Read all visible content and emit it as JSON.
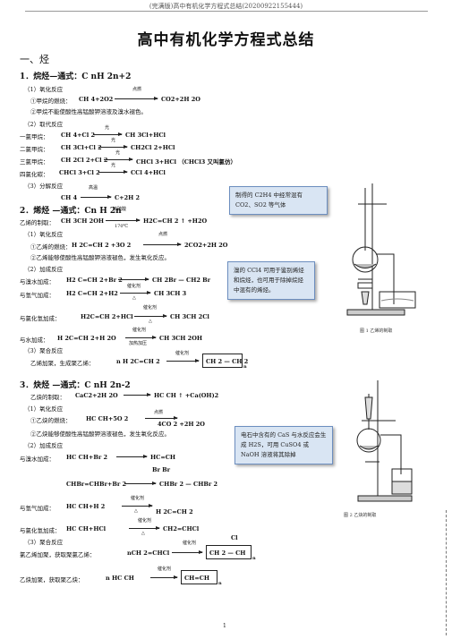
{
  "header": "(完满版)高中有机化学方程式总结(20200922155444)",
  "title": "高中有机化学方程式总结",
  "section1": "一、烃",
  "alkane": {
    "heading": "1．烷烃—通式：C nH 2n+2",
    "oxidation": "（1）氧化反应",
    "methane_burn_label": "①甲烷的燃烧：",
    "methane_burn_lhs": "CH 4+2O2",
    "methane_burn_cond": "点燃",
    "methane_burn_rhs": "CO2+2H 2O",
    "methane_kmno4": "②甲烷不能使酸性高锰酸钾溶液及溴水褪色。",
    "substitution": "（2）取代反应",
    "sub1_label": "一氯甲烷：",
    "sub1_lhs": "CH 4+Cl 2",
    "sub1_rhs": "CH 3Cl+HCl",
    "sub2_label": "二氯甲烷：",
    "sub2_lhs": "CH 3Cl+Cl 2",
    "sub2_rhs": "CH2Cl 2+HCl",
    "sub3_label": "三氯甲烷：",
    "sub3_lhs": "CH 2Cl 2+Cl 2",
    "sub3_rhs": "CHCl 3+HCl （CHCl3 又叫氯仿）",
    "sub4_label": "四氯化碳：",
    "sub4_lhs": "CHCl 3+Cl 2",
    "sub4_rhs": "CCl 4+HCl",
    "light": "光",
    "decomp": "（3）分解反应",
    "decomp_lhs": "CH 4",
    "decomp_cond": "高温",
    "decomp_rhs": "C+2H 2"
  },
  "alkene": {
    "heading": "2．烯烃 —通式：Cn H 2n",
    "prep_label": "乙烯的制取：",
    "prep_lhs": "CH 3CH 2OH",
    "prep_cond_top": "浓硫酸",
    "prep_cond_bottom": "170℃",
    "prep_rhs": "H2C=CH 2 ↑ +H2O",
    "oxidation": "（1）氧化反应",
    "burn_label": "①乙烯的燃烧：",
    "burn_lhs": "H 2C=CH 2 +3O 2",
    "burn_cond": "点燃",
    "burn_rhs": "2CO2+2H 2O",
    "kmno4": "②乙烯能够使酸性高锰酸钾溶液褪色，发生氧化反应。",
    "addition": "（2）加成反应",
    "br_label": "与溴水加成：",
    "br_lhs": "H2 C=CH 2+Br 2",
    "br_rhs": "CH 2Br — CH2 Br",
    "h2_label": "与氢气加成：",
    "h2_lhs": "H2 C=CH 2+H2",
    "h2_cond": "催化剂",
    "h2_cond2": "△",
    "h2_rhs": "CH 3CH 3",
    "hcl_label": "与氯化氢加成：",
    "hcl_lhs": "H2C=CH 2+HCl",
    "hcl_cond": "催化剂",
    "hcl_cond2": "△",
    "hcl_rhs": "CH 3CH 2Cl",
    "water_label": "与水加成：",
    "water_lhs": "H 2C=CH 2+H 2O",
    "water_cond_top": "催化剂",
    "water_cond_bottom": "加热加压",
    "water_rhs": "CH 3CH 2OH",
    "polymer": "（3）聚合反应",
    "poly_label": "乙烯加聚，生成聚乙烯：",
    "poly_lhs": "n H 2C=CH 2",
    "poly_cond": "催化剂",
    "poly_rhs": "CH 2 — CH 2",
    "poly_n": "n"
  },
  "alkyne": {
    "heading": "3．炔烃 —通式：C nH 2n-2",
    "prep_label": "乙炔的制取：",
    "prep_lhs": "CaC2+2H 2O",
    "prep_rhs": "HC  CH ↑ +Ca(OH)2",
    "oxidation": "（1）氧化反应",
    "burn_label": "①乙炔的燃烧：",
    "burn_lhs": "HC   CH+5O 2",
    "burn_cond": "点燃",
    "burn_rhs": "4CO 2 +2H 2O",
    "kmno4": "②乙炔能够使酸性高锰酸钾溶液褪色，发生氧化反应。",
    "addition": "（2）加成反应",
    "br_label": "与溴水加成：",
    "br_lhs": "HC   CH+Br 2",
    "br_rhs": "HC=CH",
    "br_sub": "Br  Br",
    "br2_lhs": "CHBr=CHBr+Br 2",
    "br2_rhs": "CHBr 2 — CHBr 2",
    "h2_label": "与氢气加成：",
    "h2_lhs": "HC   CH+H 2",
    "h2_cond": "催化剂",
    "h2_cond2": "△",
    "h2_rhs": "H 2C=CH 2",
    "hcl_label": "与氯化氢加成：",
    "hcl_lhs": "HC   CH+HCl",
    "hcl_cond": "催化剂",
    "hcl_cond2": "△",
    "hcl_rhs": "CH2=CHCl",
    "polymer": "（3）聚合反应",
    "pvc_label": "氯乙烯加聚，获取聚氯乙烯：",
    "pvc_lhs": "nCH 2=CHCl",
    "pvc_cond": "催化剂",
    "pvc_rhs": "CH 2 — CH",
    "pvc_cl": "Cl",
    "pvc_n": "n",
    "pa_label": "乙炔加聚，获取聚乙炔：",
    "pa_lhs": "n HC   CH",
    "pa_cond": "催化剂",
    "pa_rhs": "CH=CH",
    "pa_n": "n"
  },
  "notes": {
    "note1": "制得的 C2H4 中经常混有 CO2、SO2 等气体",
    "note2": "溴的 CCl4 可用于鉴别烯烃和烷烃，也可用于除掉烷烃中混有的烯烃。",
    "note3": "电石中含有的 CaS 与水反应会生成 H2S，可用 CuSO4 或 NaOH 溶液将其除掉"
  },
  "captions": {
    "fig1": "图 1 乙烯的制取",
    "fig2": "图 2 乙炔的制取"
  },
  "page_number": "1"
}
